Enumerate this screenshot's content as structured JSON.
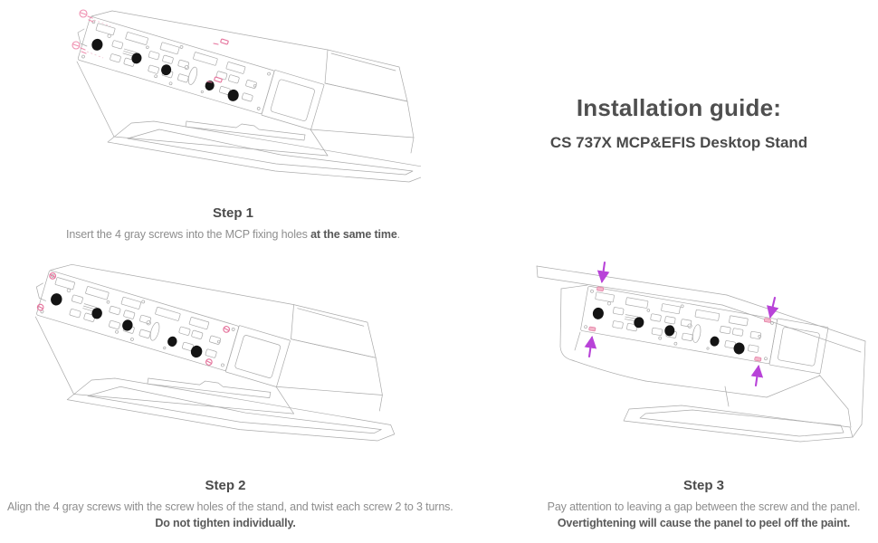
{
  "title": {
    "heading": "Installation guide:",
    "subheading": "CS 737X MCP&EFIS Desktop Stand"
  },
  "steps": [
    {
      "label": "Step 1",
      "text": "Insert the 4 gray screws into the MCP fixing holes ",
      "bold": "at the same time",
      "suffix": "."
    },
    {
      "label": "Step 2",
      "text": "Align the 4 gray screws with the screw holes of the stand, and twist each screw 2 to 3 turns.",
      "bold": "Do not tighten individually.",
      "suffix": ""
    },
    {
      "label": "Step 3",
      "text": "Pay attention to leaving a gap between the screw and the panel.",
      "bold": "Overtightening will cause the panel to peel off the paint.",
      "suffix": ""
    }
  ],
  "colors": {
    "accent_pink": "#ef8fb0",
    "accent_magenta": "#b843d8",
    "drawing_line": "#ababab",
    "knob_black": "#141414",
    "heading_text": "#4f4f4f",
    "body_text": "#8e8e8e",
    "bold_text": "#595959"
  }
}
